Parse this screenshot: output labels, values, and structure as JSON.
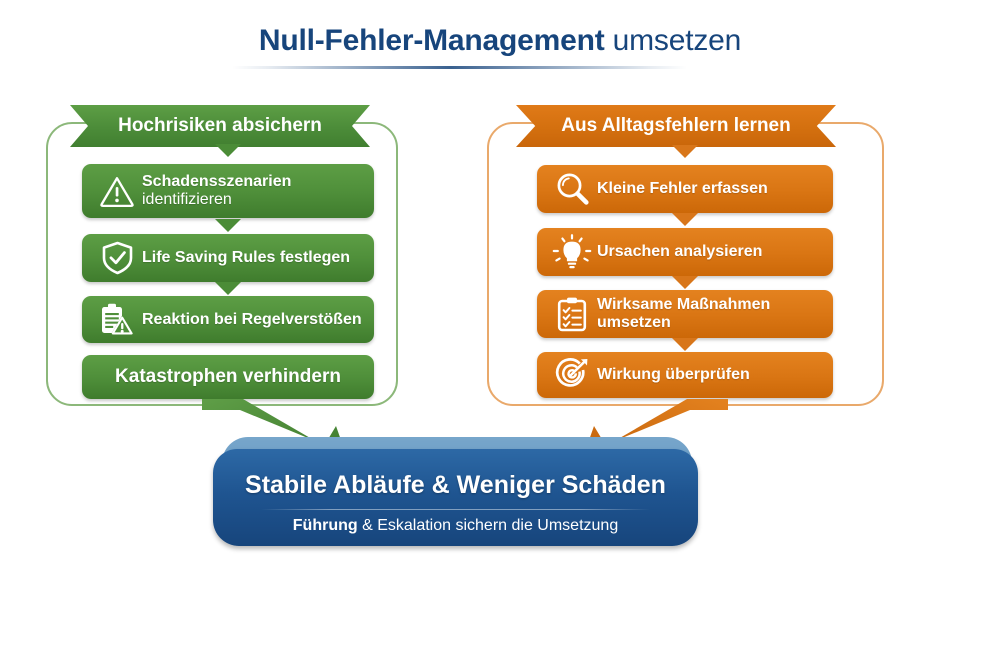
{
  "title": {
    "strong": "Null-Fehler-Management",
    "light": " umsetzen"
  },
  "colors": {
    "green": "#4f8f3a",
    "orange": "#da7614",
    "blue": "#1f5591",
    "light_blue": "#6b9cc5",
    "title_blue": "#17457c"
  },
  "columns": [
    {
      "header": "Hochrisiken absichern",
      "accent": "#4f8f3a",
      "steps": [
        {
          "icon": "warning-triangle-icon",
          "line1": "Schadensszenarien",
          "line2": "identifizieren"
        },
        {
          "icon": "shield-check-icon",
          "line1": "Life Saving Rules",
          "line2_inline": " festlegen"
        },
        {
          "icon": "clipboard-warning-icon",
          "line1": "Reaktion bei Regelverstößen"
        },
        {
          "icon": "none",
          "line1": "Katastrophen verhindern"
        }
      ]
    },
    {
      "header": "Aus Alltagsfehlern lernen",
      "accent": "#da7614",
      "steps": [
        {
          "icon": "magnifier-icon",
          "line1": "Kleine Fehler erfassen"
        },
        {
          "icon": "lightbulb-icon",
          "line1": "Ursachen analysieren"
        },
        {
          "icon": "clipboard-checklist-icon",
          "line1": "Wirksame Maßnahmen umsetzen"
        },
        {
          "icon": "target-arrow-icon",
          "line1": "Wirkung überprüfen"
        }
      ]
    }
  ],
  "banner": {
    "main": "Stabile Abläufe & Weniger Schäden",
    "sub_strong": "Führung",
    "sub_rest": " & Eskalation sichern die Umsetzung"
  }
}
